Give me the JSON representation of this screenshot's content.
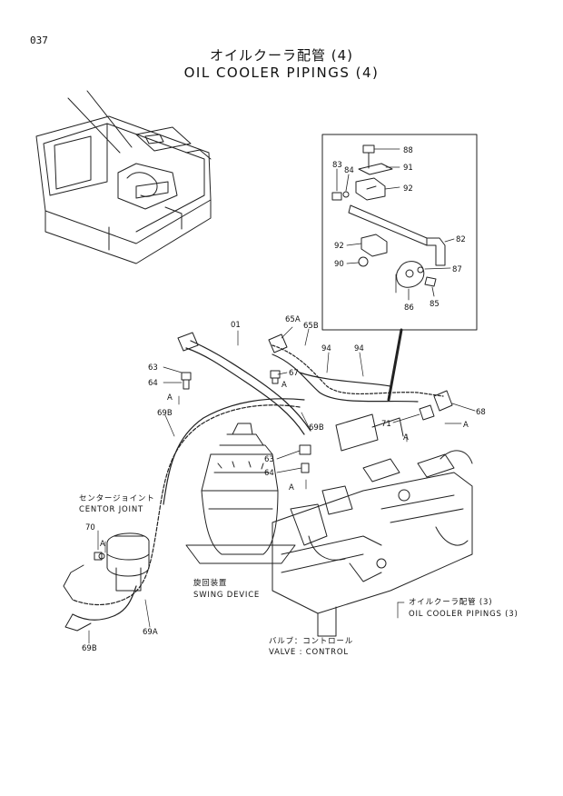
{
  "page_number": "037",
  "title_jp": "オイルクーラ配管 (4)",
  "title_en": "OIL COOLER PIPINGS (4)",
  "inset_callouts": [
    "88",
    "83",
    "84",
    "91",
    "92",
    "92",
    "82",
    "90",
    "87",
    "85",
    "86"
  ],
  "callouts": {
    "c01": "01",
    "c65A": "65A",
    "c65B": "65B",
    "c94a": "94",
    "c94b": "94",
    "c63a": "63",
    "c64a": "64",
    "cAa": "A",
    "c67": "67",
    "cAb": "A",
    "c69Ba": "69B",
    "c69Bb": "69B",
    "c63b": "63",
    "c64b": "64",
    "cAc": "A",
    "c68": "68",
    "c71": "71",
    "cAd": "A",
    "cAe": "A",
    "c70": "70",
    "cAf": "A",
    "c69Bc": "69B",
    "c69A": "69A"
  },
  "captions": {
    "center_joint_jp": "センタージョイント",
    "center_joint_en": "CENTOR JOINT",
    "swing_device_jp": "旋回装置",
    "swing_device_en": "SWING DEVICE",
    "valve_jp": "バルブ：コントロール",
    "valve_en": "VALVE : CONTROL",
    "oil_cooler_jp": "オイルクーラ配管 (3)",
    "oil_cooler_en": "OIL COOLER PIPINGS (3)"
  }
}
